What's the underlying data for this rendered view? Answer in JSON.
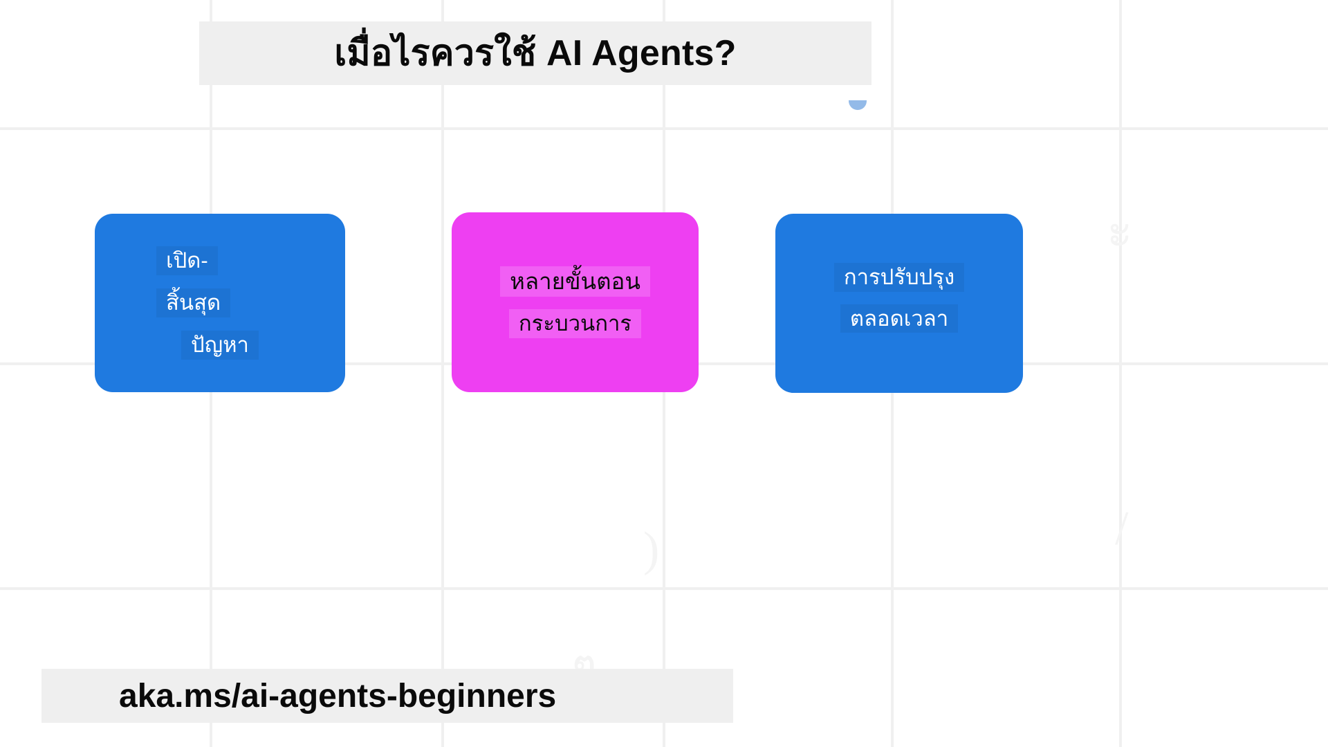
{
  "slide": {
    "title": "เมื่อไรควรใช้ AI Agents?",
    "footer_url": "aka.ms/ai-agents-beginners",
    "background_color": "#ffffff",
    "grid_line_color": "#f0f0f0",
    "highlight_band_color": "#efefef"
  },
  "cards": [
    {
      "id": "open-ended",
      "color": "#1f7ae0",
      "text_color": "#ffffff",
      "lines": [
        "เปิด-",
        "สิ้นสุด",
        "ปัญหา"
      ]
    },
    {
      "id": "multi-step",
      "color": "#ee3ff2",
      "text_color": "#0b0b0b",
      "lines": [
        "หลายขั้นตอน",
        "กระบวนการ"
      ]
    },
    {
      "id": "improvement",
      "color": "#1f7ae0",
      "text_color": "#ffffff",
      "lines": [
        "การปรับปรุง",
        "ตลอดเวลา"
      ]
    }
  ],
  "grid": {
    "vertical_x": [
      305,
      640,
      960,
      1290,
      1620
    ],
    "horizontal_y": [
      185,
      525,
      850
    ]
  },
  "artifacts": {
    "ghost_glyphs": [
      "ะ",
      "/",
      ")",
      "ๆ"
    ]
  }
}
